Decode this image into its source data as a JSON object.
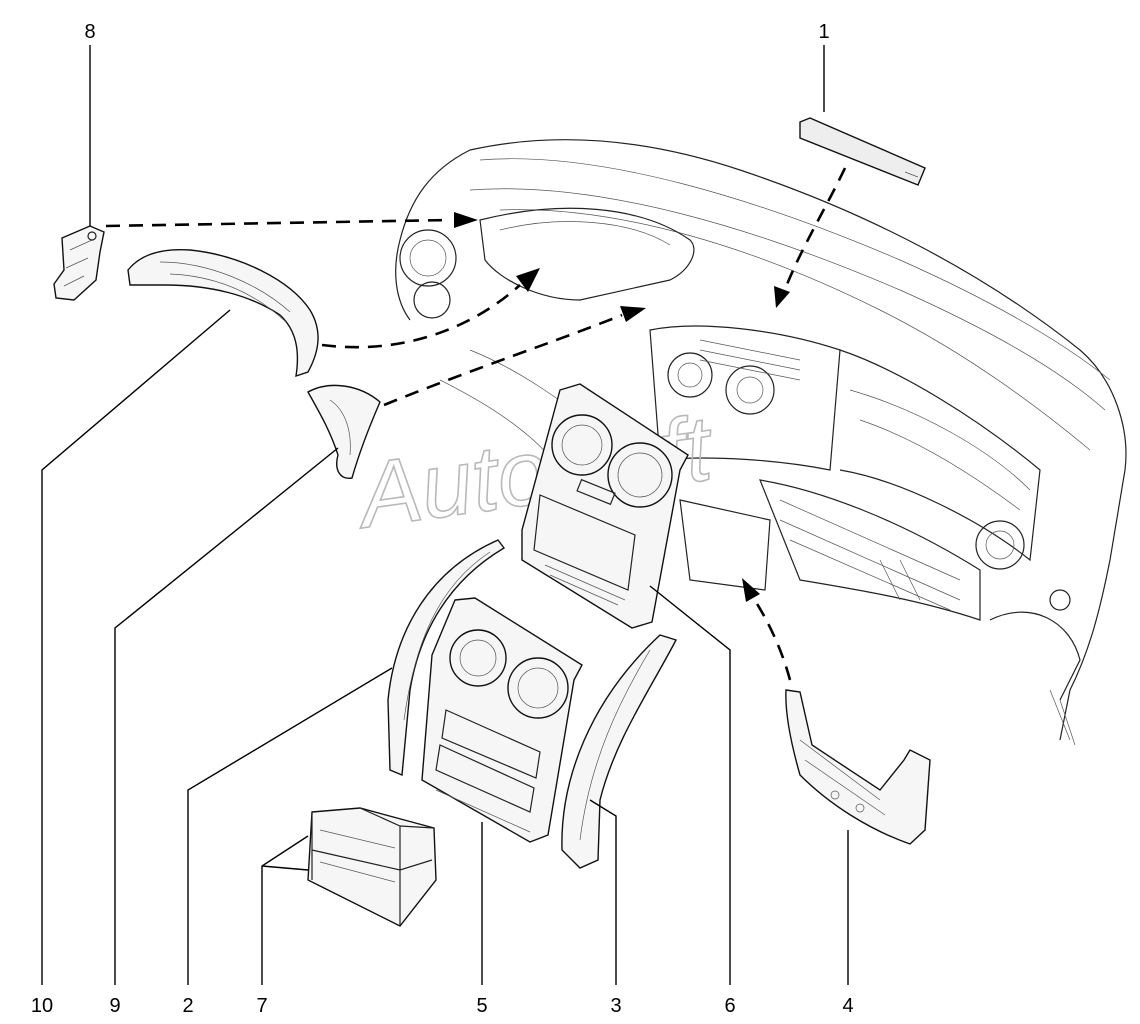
{
  "diagram": {
    "watermark": "AutoSoft",
    "callouts": [
      {
        "id": "c1",
        "label": "1"
      },
      {
        "id": "c2",
        "label": "2"
      },
      {
        "id": "c3",
        "label": "3"
      },
      {
        "id": "c4",
        "label": "4"
      },
      {
        "id": "c5",
        "label": "5"
      },
      {
        "id": "c6",
        "label": "6"
      },
      {
        "id": "c7",
        "label": "7"
      },
      {
        "id": "c8",
        "label": "8"
      },
      {
        "id": "c9",
        "label": "9"
      },
      {
        "id": "c10",
        "label": "10"
      }
    ]
  }
}
